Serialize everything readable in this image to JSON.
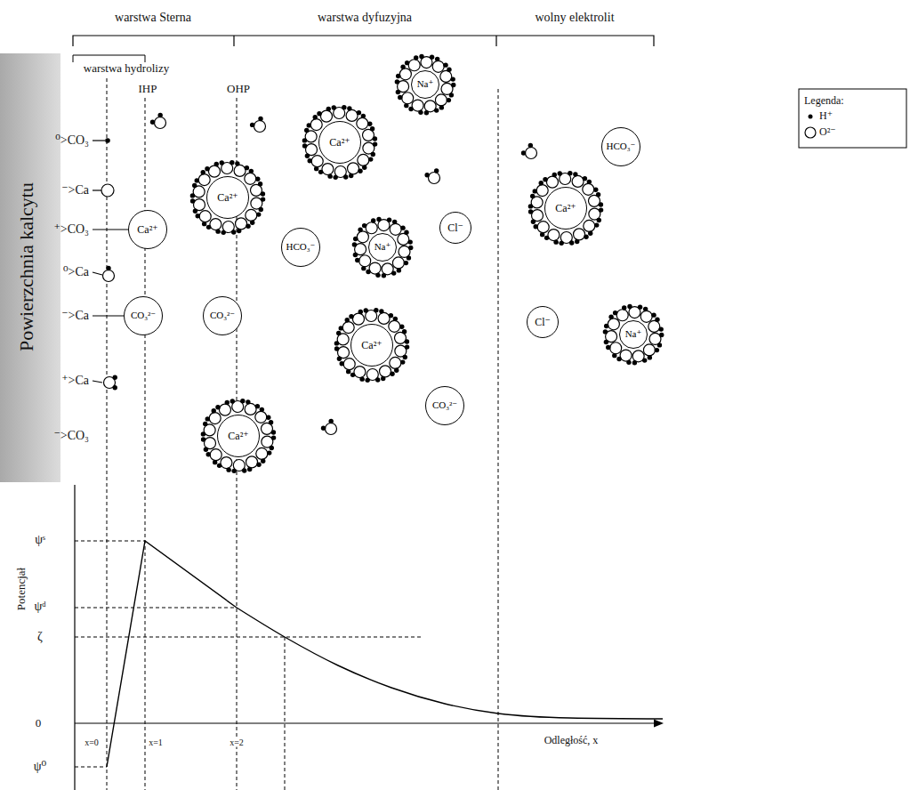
{
  "diagram": {
    "nodes": [
      {
        "text": [
          "Ca²⁺"
        ]
      },
      {
        "text": [
          "Ca²⁺"
        ]
      },
      {
        "text": [
          "Ca²⁺"
        ]
      },
      {
        "text": [
          "Na⁺"
        ]
      },
      {
        "text": [
          "HCO₃⁻"
        ]
      },
      {
        "text": [
          "Na⁺"
        ]
      },
      {
        "text": [
          "Cl⁻"
        ]
      },
      {
        "text": [
          "CO₃²⁻"
        ]
      },
      {
        "text": [
          "CO₃²⁻"
        ]
      },
      {
        "text": [
          "Ca²⁺"
        ]
      },
      {
        "text": [
          "CO₃²⁻"
        ]
      },
      {
        "text": [
          "Ca²⁺"
        ]
      },
      {
        "text": [
          "HCO₃⁻"
        ]
      },
      {
        "text": [
          "Ca²⁺"
        ]
      },
      {
        "text": [
          "Cl⁻"
        ]
      },
      {
        "text": [
          "Na⁺"
        ]
      }
    ],
    "labels": [
      "warstwa Sterna",
      "warstwa dyfuzyjna",
      "wolny elektrolit",
      "warstwa hydrolizy",
      "IHP",
      "OHP",
      "Powierzchnia kalcytu",
      "⁰>CO₃",
      "⁻>Ca",
      "⁺>CO₃",
      "⁰>Ca",
      "⁻>Ca",
      "⁺>Ca",
      "⁻>CO₃",
      "Legenda:",
      "Potencjał",
      "ψˢ",
      "ψᵈ",
      "ζ",
      "0",
      "ψ⁰",
      "x=0",
      "x=1",
      "x=2",
      "Odległość, x"
    ],
    "legend": [
      {
        "text": "H⁺"
      },
      {
        "text": "O²⁻"
      }
    ]
  }
}
